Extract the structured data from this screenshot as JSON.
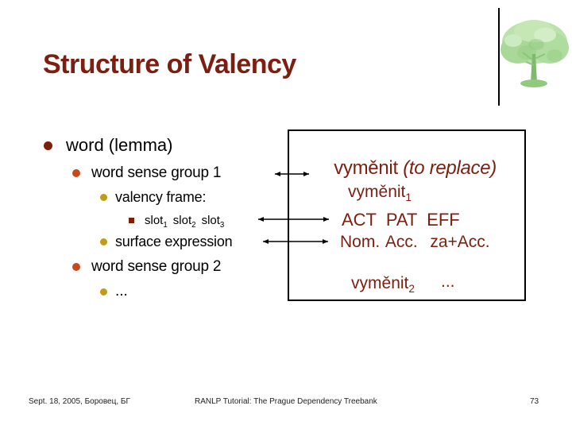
{
  "title": "Structure of Valency",
  "logo": {
    "icon": "tree-icon"
  },
  "colors": {
    "accent_red": "#7c1f10",
    "bullet_level1": "#7b2006",
    "bullet_level2": "#c8481a",
    "bullet_level3": "#c19a16",
    "bullet_level4": "#7b2006"
  },
  "outline": {
    "lemma": "word (lemma)",
    "group1": "word sense group 1",
    "valency_frame": "valency frame:",
    "slots": [
      {
        "base": "slot",
        "sub": "1"
      },
      {
        "base": "slot",
        "sub": "2"
      },
      {
        "base": "slot",
        "sub": "3"
      }
    ],
    "surface": "surface expression",
    "group2": "word sense group 2",
    "more": "..."
  },
  "box": {
    "heading_word": "vyměnit ",
    "heading_gloss": "(to replace)",
    "sense1": {
      "base": "vyměnit",
      "sub": "1"
    },
    "roles": "ACT  PAT  EFF",
    "forms": "Nom. Acc.  za+Acc.",
    "sense2": {
      "base": "vyměnit",
      "sub": "2"
    },
    "more": "..."
  },
  "footer": {
    "date": "Sept. 18, 2005, Боровец, БГ",
    "center": "RANLP Tutorial: The Prague Dependency Treebank",
    "page": "73"
  }
}
